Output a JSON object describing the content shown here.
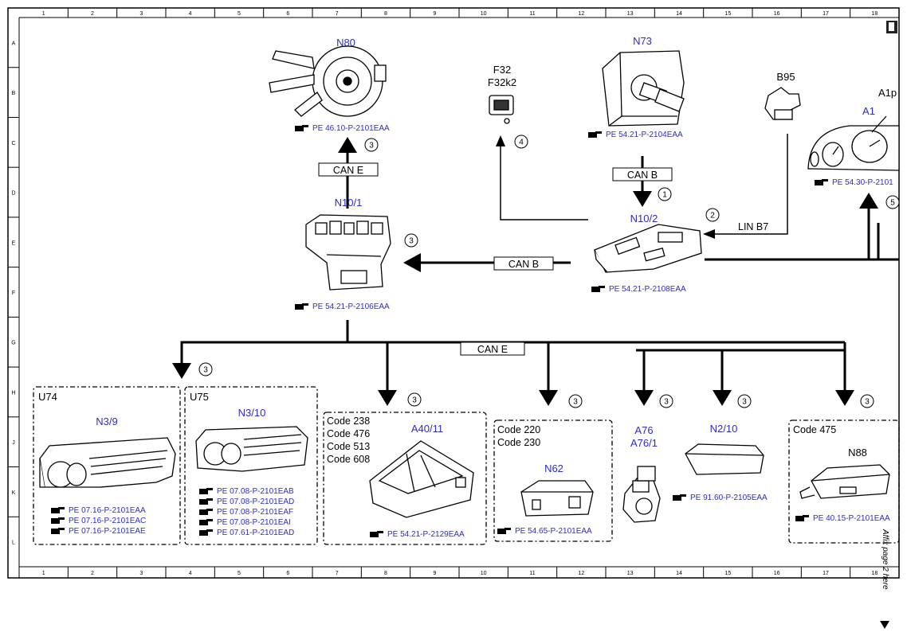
{
  "grid": {
    "columns": [
      "1",
      "2",
      "3",
      "4",
      "5",
      "6",
      "7",
      "8",
      "9",
      "10",
      "11",
      "12",
      "13",
      "14",
      "15",
      "16",
      "17",
      "18"
    ],
    "rows": [
      "A",
      "B",
      "C",
      "D",
      "E",
      "F",
      "G",
      "H",
      "J",
      "K",
      "L"
    ]
  },
  "components": {
    "n80": "N80",
    "n73": "N73",
    "f32": "F32",
    "f32k2": "F32k2",
    "b95": "B95",
    "a1": "A1",
    "a1p": "A1p",
    "n10_1": "N10/1",
    "n10_2": "N10/2",
    "u74": "U74",
    "n3_9": "N3/9",
    "u75": "U75",
    "n3_10": "N3/10",
    "a40_11": "A40/11",
    "n62": "N62",
    "a76": "A76",
    "a76_1": "A76/1",
    "n2_10": "N2/10",
    "n88": "N88"
  },
  "codes": {
    "a40_box": [
      "Code 238",
      "Code 476",
      "Code 513",
      "Code 608"
    ],
    "n62_box": [
      "Code 220",
      "Code 230"
    ],
    "n88_box": [
      "Code 475"
    ]
  },
  "buses": {
    "can_e_top": "CAN E",
    "can_b_right": "CAN B",
    "can_b_mid": "CAN B",
    "can_e_main": "CAN E",
    "lin_b7": "LIN B7"
  },
  "refs": {
    "n80": "PE 46.10-P-2101EAA",
    "n73": "PE 54.21-P-2104EAA",
    "a1": "PE 54.30-P-2101",
    "n10_1": "PE 54.21-P-2106EAA",
    "n10_2": "PE 54.21-P-2108EAA",
    "n3_9": [
      "PE 07.16-P-2101EAA",
      "PE 07.16-P-2101EAC",
      "PE 07.16-P-2101EAE"
    ],
    "n3_10": [
      "PE 07.08-P-2101EAB",
      "PE 07.08-P-2101EAD",
      "PE 07.08-P-2101EAF",
      "PE 07.08-P-2101EAI",
      "PE 07.61-P-2101EAD"
    ],
    "a40_11": "PE 54.21-P-2129EAA",
    "n62": "PE 54.65-P-2101EAA",
    "n2_10": "PE 91.60-P-2105EAA",
    "n88": "PE 40.15-P-2101EAA"
  },
  "callouts": {
    "c_n80": "3",
    "c_f32": "4",
    "c_n73": "1",
    "c_lin": "2",
    "c_a1": "5",
    "c_n10_1": "3",
    "c_u74": "3",
    "c_a40": "3",
    "c_n62": "3",
    "c_a76": "3",
    "c_n2_10": "3",
    "c_n88": "3"
  },
  "side_note": "Affix page 2 here",
  "colors": {
    "label_blue": "#2b2bd0",
    "line": "#000000"
  }
}
